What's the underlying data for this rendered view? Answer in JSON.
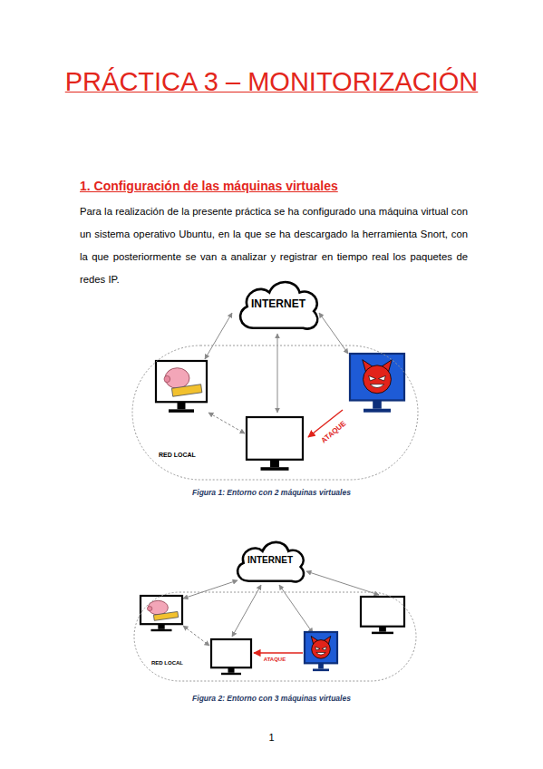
{
  "diagram": {
    "title": "PRÁCTICA 3 – MONITORIZACIÓN",
    "nodes": [
      {
        "text": [
          "INTERNET"
        ]
      },
      {
        "text": [
          "RED LOCAL"
        ]
      },
      {
        "text": [
          "INTERNET"
        ]
      },
      {
        "text": [
          "RED LOCAL"
        ]
      }
    ],
    "labels": [
      "1. Configuración de las máquinas virtuales",
      "Para la realización de la presente práctica se ha configurado una máquina virtual con un sistema operativo Ubuntu, en la que se ha descargado la herramienta Snort, con la que posteriormente se van a analizar y registrar en tiempo real los paquetes de redes IP.",
      "ATAQUE",
      "Figura 1: Entorno con 2 máquinas virtuales",
      "ATAQUE",
      "Figura 2: Entorno con 3 máquinas virtuales",
      "1"
    ]
  }
}
